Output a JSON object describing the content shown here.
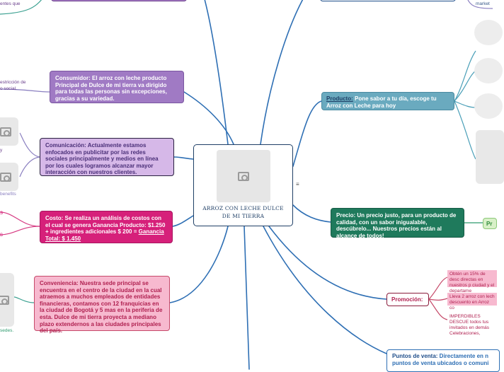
{
  "center": {
    "title": "ARROZ CON LECHE DULCE DE MI TIERRA"
  },
  "nodes": {
    "consumidor": "Consumidor: El arroz con leche producto Principal de Dulce de mi tierra va dirigido para todas las personas sin excepciones, gracias a su variedad.",
    "comunicacion": "Comunicación: Actualmente estamos enfocados en publicitar por las redes sociales principalmente y medios en línea por los cuales logramos alcanzar mayor interacción con nuestros clientes.",
    "costo_main": "Costo: Se realiza un análisis de costos con el cual se genera Ganancia Producto: $1.250 + ingredientes adicionales $ 200 =",
    "costo_total": "Ganancia Total:  $ 1.450",
    "conveniencia": "Conveniencia: Nuestra sede principal se encuentra en el centro de la ciudad en la cual atraemos a muchos empleados de entidades financieras, contamos con 12 franquicias en la ciudad de Bogotá y 5 mas en la periferia de esta. Dulce de mi tierra proyecta a mediano plazo extendernos a las ciudades principales del país.",
    "producto_label": "Producto:",
    "producto_text": " Pone sabor a tu día, escoge tu Arroz con Leche para hoy",
    "precio": "Precio: Un precio justo, para un producto de calidad, con un sabor inigualable, descúbrelo... Nuestros precios están al alcance de todos!",
    "promocion": "Promoción:",
    "puntos_label": "Puntos de venta:",
    "puntos_text": " Directamente en n puntos de venta ubicados o comuni",
    "precio_child": "Pr"
  },
  "fragments": {
    "top_left": "entes que",
    "left_restriccion": "estricción de",
    "left_social": "o social.",
    "left_y": "y",
    "left_benefits": "benefits",
    "left_s1": "s",
    "left_s2": "s",
    "left_sedes": "sedes.",
    "top_right_market": "market",
    "promo1": "Obtén un 15% de desc directas en nuestros p ciudad y el departame",
    "promo2": "Lleva 2 arroz con lech descuento en Arroz co",
    "promo3": "IMPERDIBLES DESCUE todos tus invitados en demás Celebraciones,"
  },
  "menu_glyph": "≡"
}
